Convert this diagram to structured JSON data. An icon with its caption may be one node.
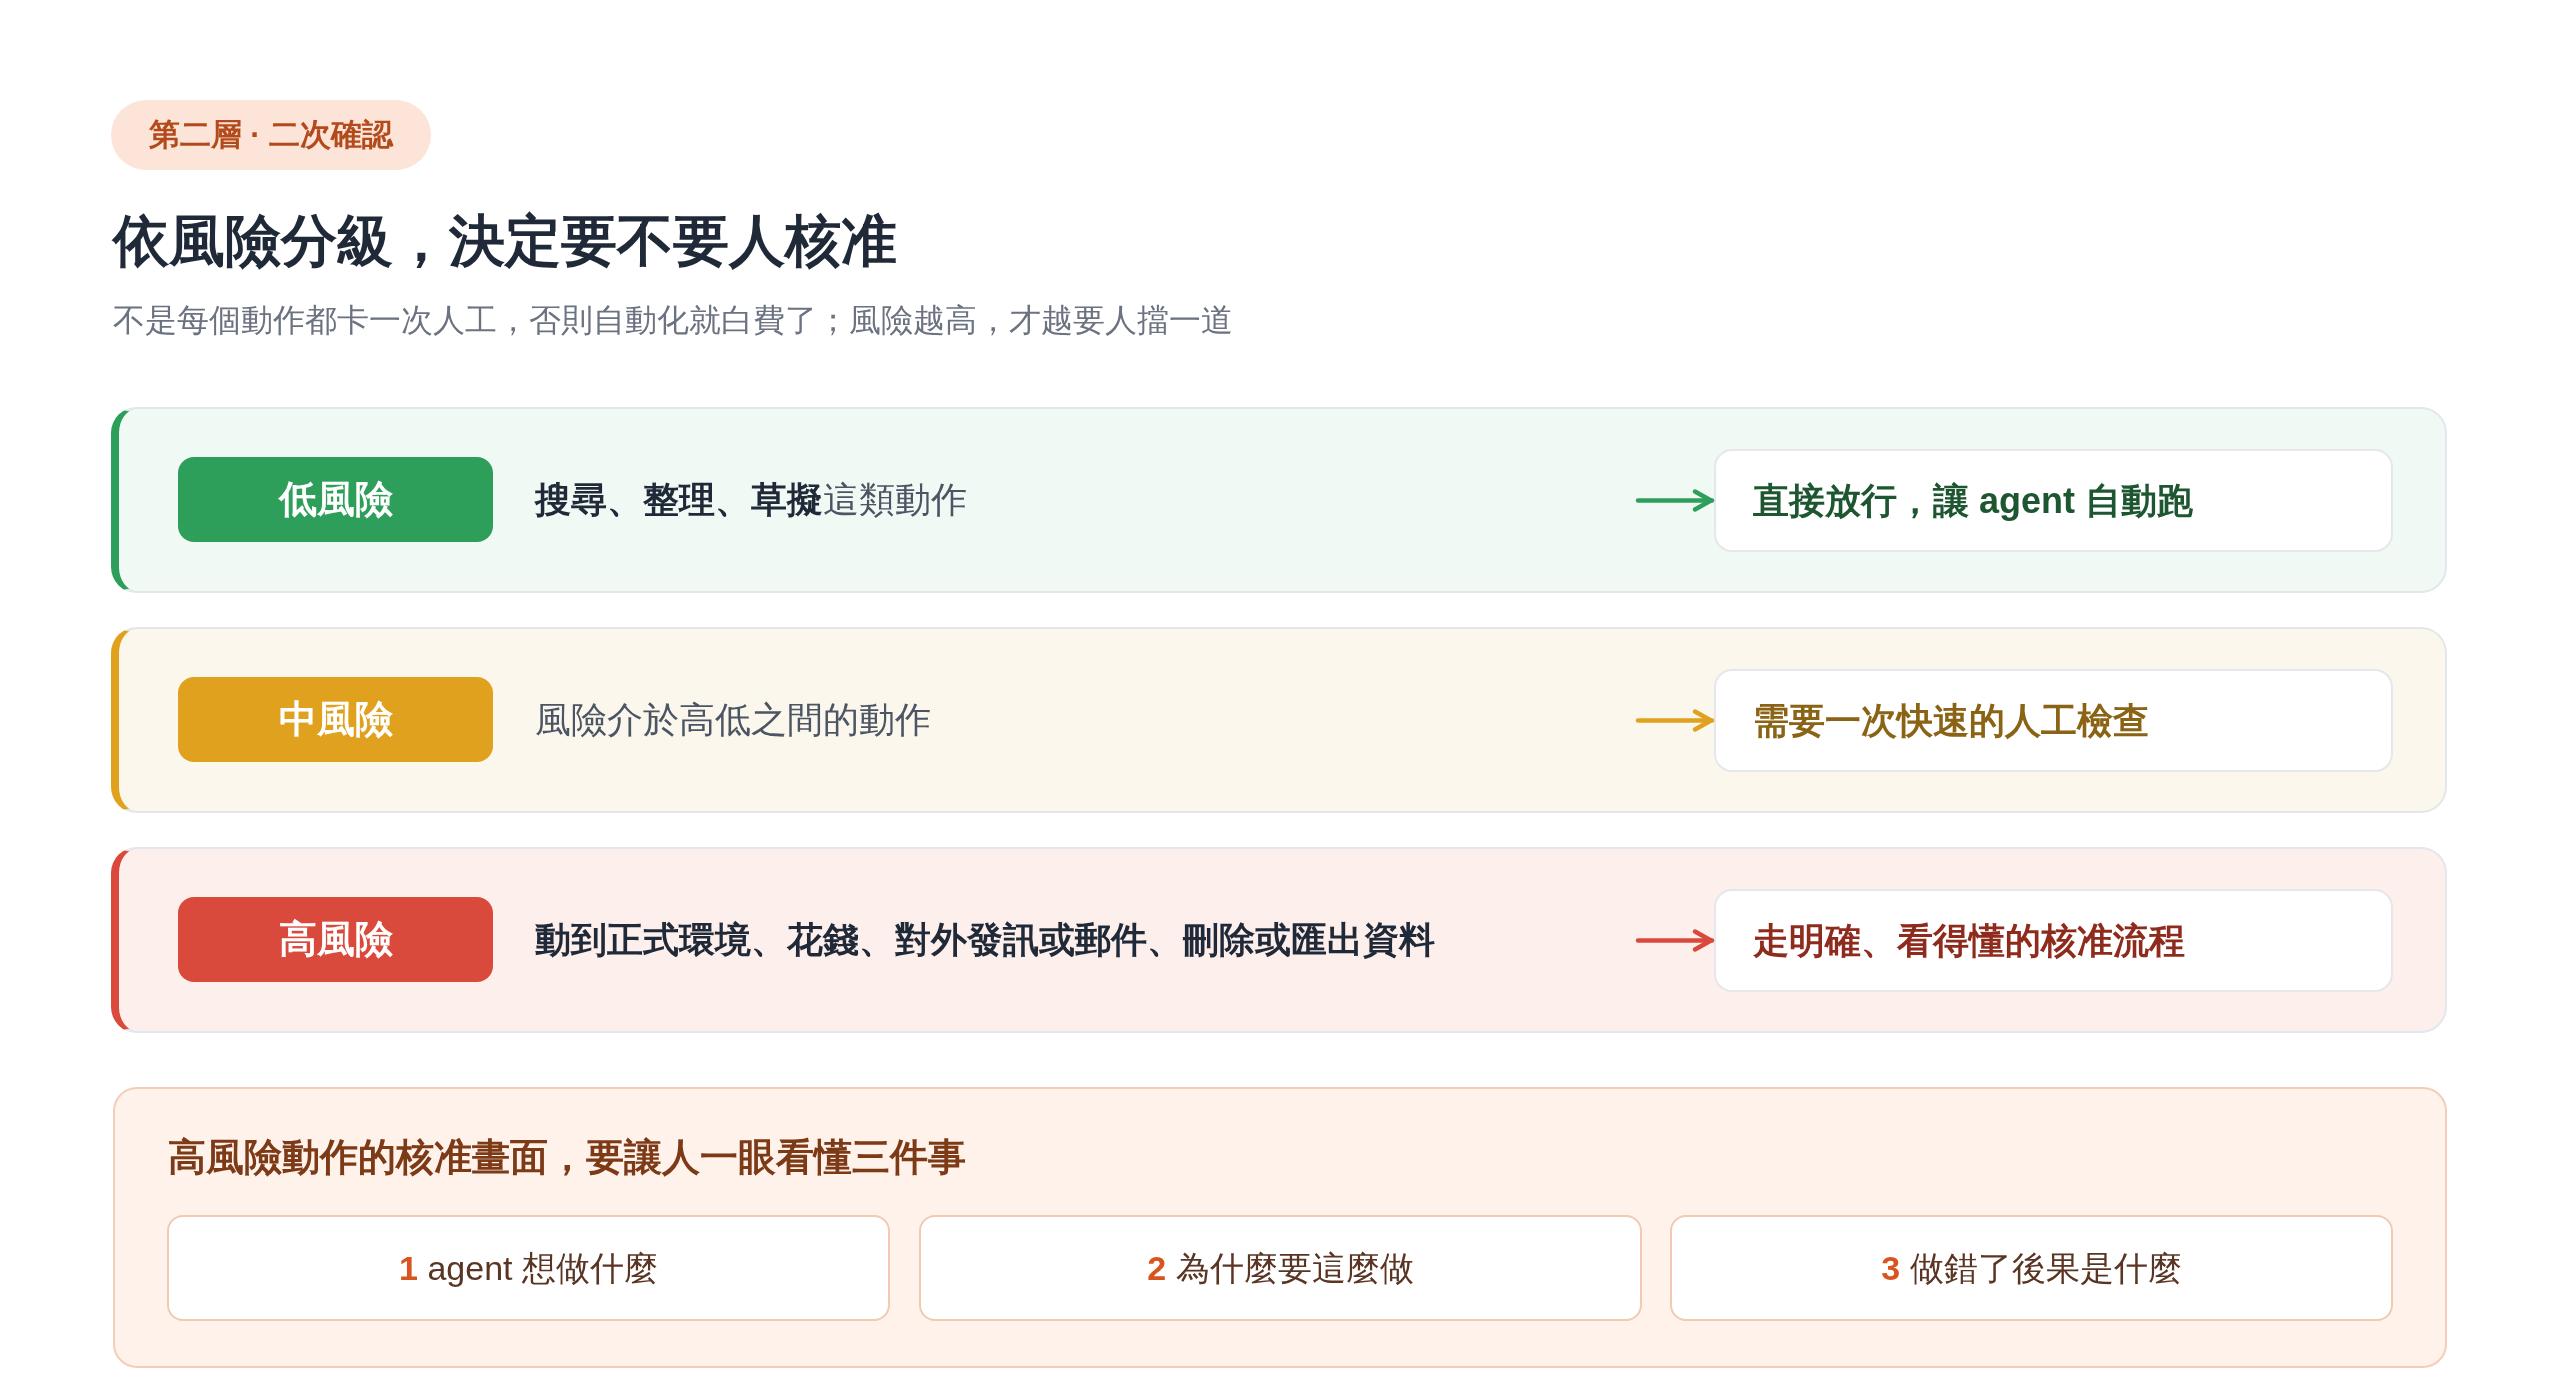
{
  "diagram": {
    "title": "依風險分級，決定要不要人核准",
    "nodes": [
      {
        "text": [
          "第二層 · 二次確認"
        ]
      },
      {
        "text": [
          "**搜尋、整理、草擬**這類動作"
        ]
      },
      {
        "text": [
          "低風險"
        ],
        "in": 1
      },
      {
        "text": [
          "直接放行，讓 agent 自動跑"
        ],
        "in": 1
      },
      {
        "text": [
          "風險介於高低之間的動作"
        ]
      },
      {
        "text": [
          "中風險"
        ],
        "in": 4
      },
      {
        "text": [
          "需要一次快速的人工檢查"
        ],
        "in": 4
      },
      {
        "text": [
          "動到正式環境、花錢、對外發訊或郵件、刪除或匯出資料"
        ]
      },
      {
        "text": [
          "高風險"
        ],
        "in": 7
      },
      {
        "text": [
          "走明確、看得懂的核准流程"
        ],
        "in": 7
      },
      {
        "text": [
          "高風險動作的核准畫面，要讓人一眼看懂三件事"
        ]
      },
      {
        "text": [
          "**1** agent 想做什麼"
        ],
        "in": 10
      },
      {
        "text": [
          "**2** 為什麼要這麼做"
        ],
        "in": 10
      },
      {
        "text": [
          "**3** 做錯了後果是什麼"
        ],
        "in": 10
      }
    ],
    "edges": [
      {
        "from": null,
        "to": 3,
        "arrow": "to",
        "color": "#2e9e5b"
      },
      {
        "from": null,
        "to": 6,
        "arrow": "to",
        "color": "#e0a21e"
      },
      {
        "from": null,
        "to": 9,
        "arrow": "to",
        "color": "#d9493c"
      }
    ],
    "labels": [
      "不是每個動作都卡一次人工，否則自動化就白費了；風險越高，才越要人擋一道"
    ]
  }
}
